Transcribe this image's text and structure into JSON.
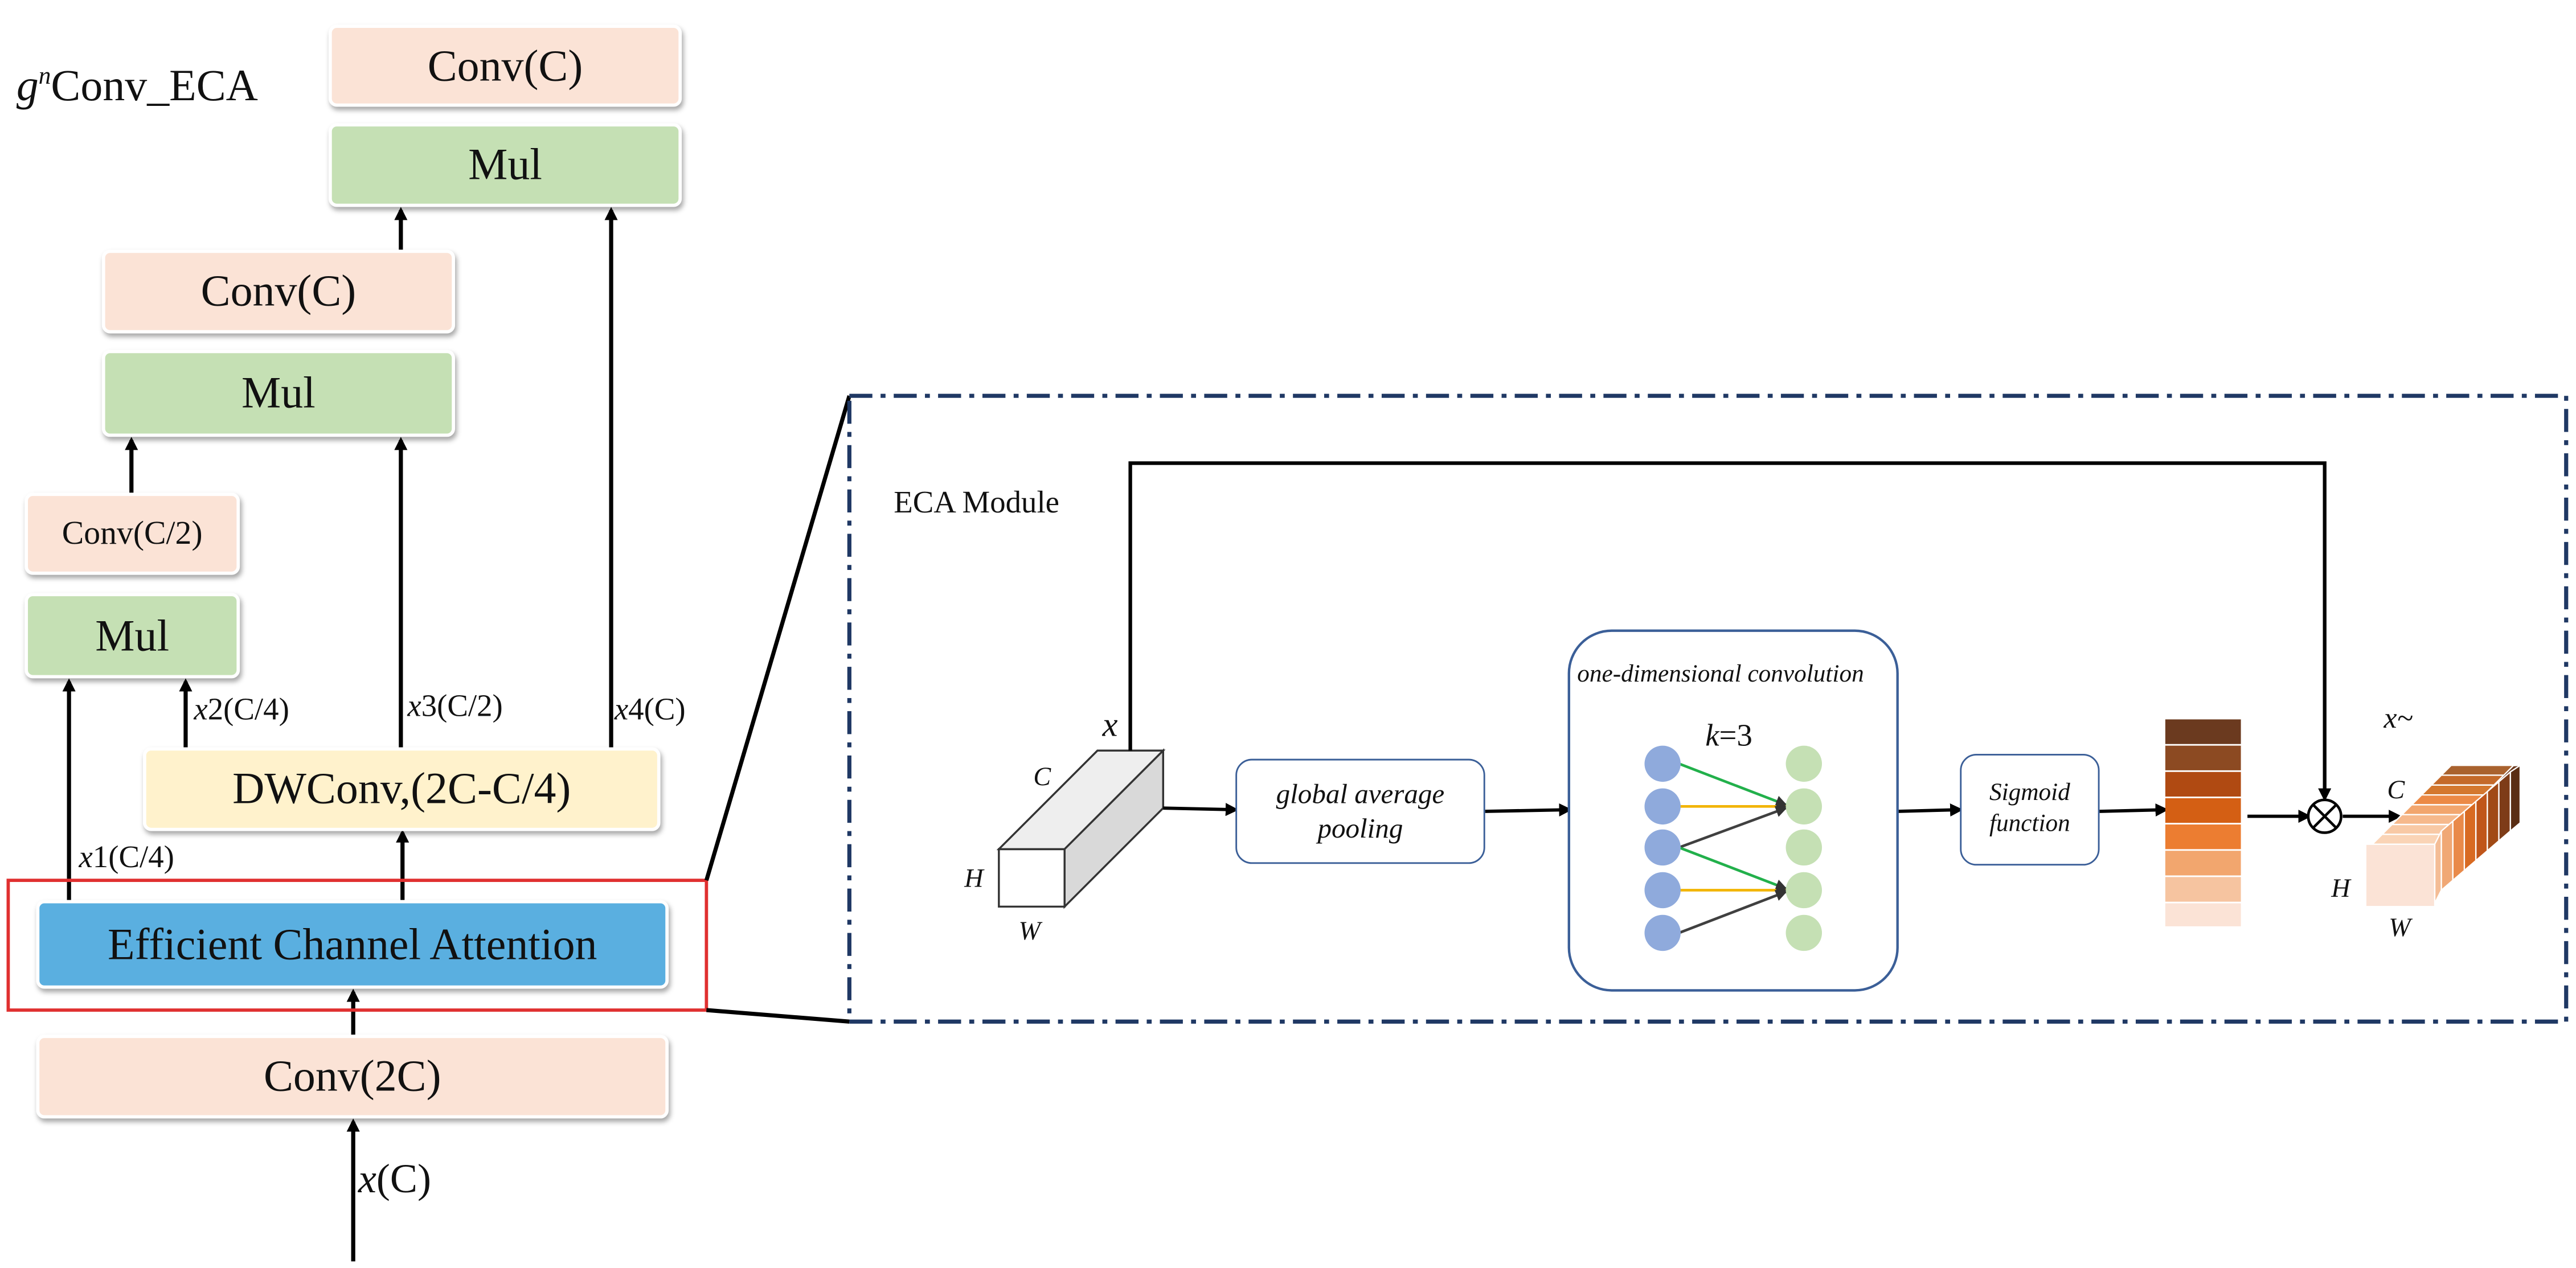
{
  "title": {
    "prefix": "g",
    "superscript": "n",
    "rest": "Conv_ECA"
  },
  "blocks": {
    "conv_top": "Conv(C)",
    "mul_top": "Mul",
    "conv_mid": "Conv(C)",
    "mul_mid": "Mul",
    "conv_half": "Conv(C/2)",
    "mul_low": "Mul",
    "dwconv": "DWConv,(2C-C/4)",
    "eca": "Efficient Channel Attention",
    "conv_2c": "Conv(2C)"
  },
  "split_labels": {
    "x1": {
      "var": "x",
      "idx": "1",
      "dim": "(C/4)"
    },
    "x2": {
      "var": "x",
      "idx": "2",
      "dim": "(C/4)"
    },
    "x3": {
      "var": "x",
      "idx": "3",
      "dim": "(C/2)"
    },
    "x4": {
      "var": "x",
      "idx": "4",
      "dim": "(C)"
    },
    "input": {
      "var": "x",
      "dim": "(C)"
    }
  },
  "eca_module": {
    "title": "ECA Module",
    "input_var": "x",
    "output_var": "x~",
    "dims": {
      "c": "C",
      "h": "H",
      "w": "W"
    },
    "gap_label": "global average pooling",
    "conv1d_title": "one-dimensional convolution",
    "kernel": {
      "var": "k",
      "eq": "=3"
    },
    "sigmoid_label": "Sigmoid function",
    "multiply_symbol": "⊗"
  },
  "colors": {
    "peach": "#fbe3d6",
    "green": "#c5e0b4",
    "yellow": "#fff2cc",
    "blue": "#5aafe0",
    "highlight_red": "#e03030",
    "dash_navy": "#1f3864",
    "node_blue": "#8faadc",
    "node_green": "#c5e0b4",
    "edge_green": "#22b04b",
    "edge_yellow": "#f2b400",
    "edge_dark": "#404040",
    "weight_ramp": [
      "#6b3a1f",
      "#8c4a22",
      "#b04a12",
      "#d45f14",
      "#ec7d31",
      "#f2a66e",
      "#f6c4a0",
      "#fbe3d6"
    ]
  }
}
